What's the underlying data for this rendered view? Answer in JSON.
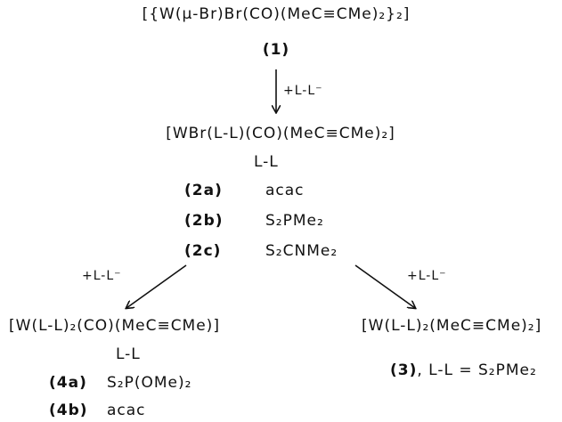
{
  "start": {
    "formula": "[{W(μ-Br)Br(CO)(MeC≡CMe)₂}₂]",
    "label": "(1)"
  },
  "step1": {
    "reagent": "+L-L⁻"
  },
  "intermediate": {
    "formula": "[WBr(L-L)(CO)(MeC≡CMe)₂]",
    "column_header": "L-L",
    "rows": [
      {
        "label": "(2a)",
        "ligand": "acac"
      },
      {
        "label": "(2b)",
        "ligand": "S₂PMe₂"
      },
      {
        "label": "(2c)",
        "ligand": "S₂CNMe₂"
      }
    ]
  },
  "left_branch": {
    "reagent": "+L-L⁻",
    "formula": "[W(L-L)₂(CO)(MeC≡CMe)]",
    "column_header": "L-L",
    "rows": [
      {
        "label": "(4a)",
        "ligand": "S₂P(OMe)₂"
      },
      {
        "label": "(4b)",
        "ligand": "acac"
      }
    ]
  },
  "right_branch": {
    "reagent": "+L-L⁻",
    "formula": "[W(L-L)₂(MeC≡CMe)₂]",
    "product_label": "(3)",
    "product_note": ", L-L = S₂PMe₂"
  },
  "colors": {
    "ink": "#111111",
    "background": "#ffffff"
  }
}
